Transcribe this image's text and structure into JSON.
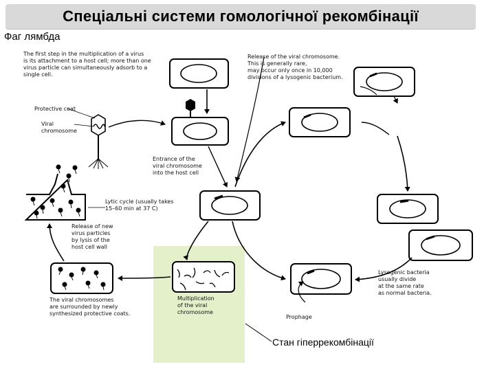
{
  "header": {
    "title": "Спеціальні системи гомологічної рекомбінації",
    "subtitle": "Фаг лямбда"
  },
  "captions": {
    "first_step": "The first step in the multiplication of a virus\nis its attachment to a host cell; more than one\nvirus particle can simultaneously adsorb to a\nsingle cell.",
    "protective_coat": "Protective coat",
    "viral_chromosome": "Viral\nchromosome",
    "entrance": "Entrance of the\nviral chromosome\ninto the host cell",
    "release_viral": "Release of the viral chromosome.\nThis is generally rare,\nmay occur only once in 10,000\ndivisions of a lysogenic bacterium.",
    "lytic_cycle": "Lytic cycle (usually takes\n15–60 min at 37 C)",
    "release_new": "Release of new\nvirus particles\nby lysis of the\nhost cell wall",
    "surrounded": "The viral chromosomes\nare surrounded by newly\nsynthesized protective coats.",
    "multiplication": "Multiplication\nof the viral\nchromosome",
    "lysogenic": "Lysogenic bacteria\nusually divide\nat the same rate\nas normal bacteria.",
    "prophage": "Prophage"
  },
  "annotation": {
    "hyperrecombination": "Стан гіперрекомбінації"
  },
  "colors": {
    "title_bg": "#d9d9d9",
    "highlight_bg": "#e3f0c9"
  }
}
